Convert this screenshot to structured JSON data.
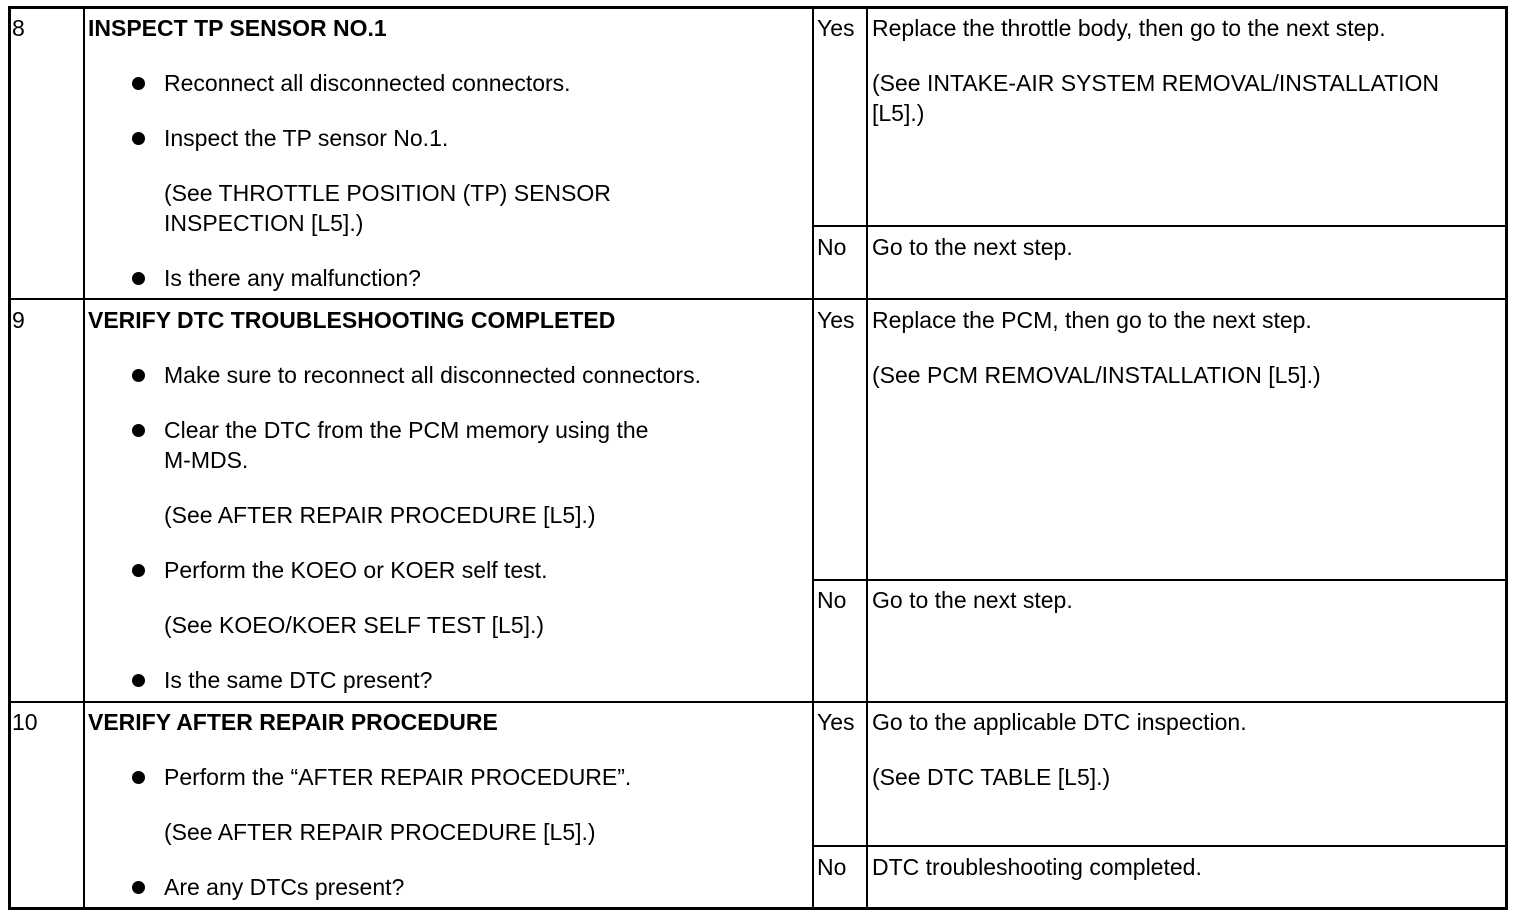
{
  "rows": [
    {
      "step": "8",
      "title": "INSPECT TP SENSOR NO.1",
      "items": [
        {
          "bullet": true,
          "text": "Reconnect all disconnected connectors."
        },
        {
          "bullet": true,
          "text": "Inspect the TP sensor No.1."
        },
        {
          "bullet": false,
          "lines": [
            "(See THROTTLE POSITION (TP) SENSOR",
            "INSPECTION [L5].)"
          ]
        },
        {
          "bullet": true,
          "text": "Is there any malfunction?"
        }
      ],
      "yes": {
        "label": "Yes",
        "lines": [
          "Replace the throttle body, then go to the next step."
        ],
        "see": [
          "(See INTAKE-AIR SYSTEM REMOVAL/INSTALLATION",
          "[L5].)"
        ]
      },
      "no": {
        "label": "No",
        "text": "Go to the next step."
      }
    },
    {
      "step": "9",
      "title": "VERIFY DTC TROUBLESHOOTING COMPLETED",
      "items": [
        {
          "bullet": true,
          "text": "Make sure to reconnect all disconnected connectors."
        },
        {
          "bullet": true,
          "lines": [
            "Clear the DTC from the PCM memory using the",
            "M-MDS."
          ]
        },
        {
          "bullet": false,
          "text": "(See AFTER REPAIR PROCEDURE [L5].)"
        },
        {
          "bullet": true,
          "text": "Perform the KOEO or KOER self test."
        },
        {
          "bullet": false,
          "text": "(See KOEO/KOER SELF TEST [L5].)"
        },
        {
          "bullet": true,
          "text": "Is the same DTC present?"
        }
      ],
      "yes": {
        "label": "Yes",
        "lines": [
          "Replace the PCM, then go to the next step."
        ],
        "see": [
          "(See PCM REMOVAL/INSTALLATION [L5].)"
        ]
      },
      "no": {
        "label": "No",
        "text": "Go to the next step."
      }
    },
    {
      "step": "10",
      "title": "VERIFY AFTER REPAIR PROCEDURE",
      "items": [
        {
          "bullet": true,
          "text": "Perform the “AFTER REPAIR PROCEDURE”."
        },
        {
          "bullet": false,
          "text": "(See AFTER REPAIR PROCEDURE [L5].)"
        },
        {
          "bullet": true,
          "text": "Are any DTCs present?"
        }
      ],
      "yes": {
        "label": "Yes",
        "lines": [
          "Go to the applicable DTC inspection."
        ],
        "see": [
          "(See DTC TABLE [L5].)"
        ]
      },
      "no": {
        "label": "No",
        "text": "DTC troubleshooting completed."
      }
    }
  ]
}
